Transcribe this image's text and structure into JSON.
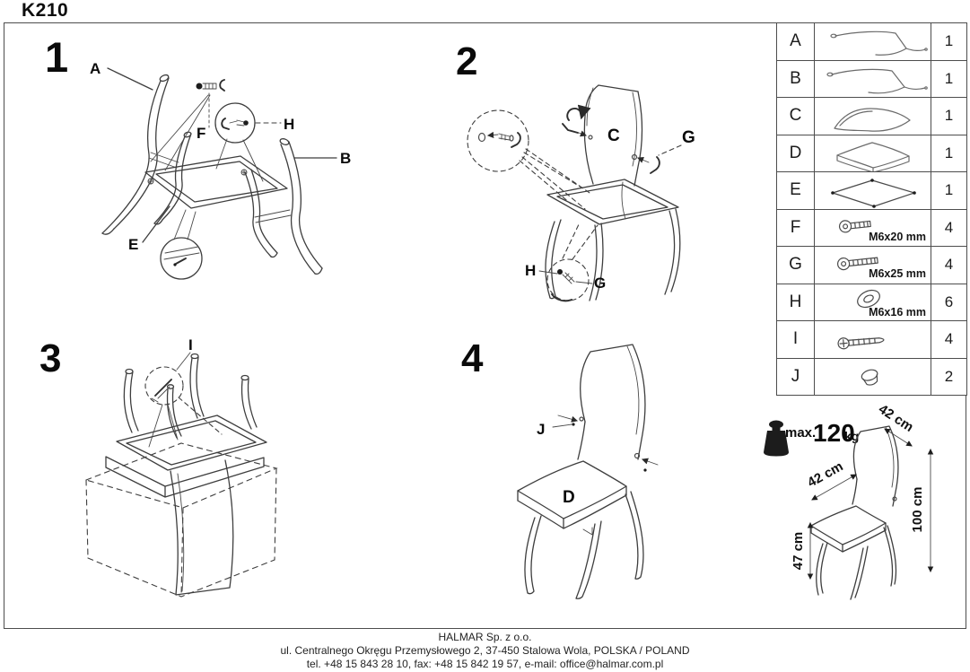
{
  "title": "K210",
  "steps": {
    "step1": {
      "number": "1",
      "label_a": "A",
      "label_b": "B",
      "label_e": "E",
      "label_f": "F",
      "label_h": "H"
    },
    "step2": {
      "number": "2",
      "label_c": "C",
      "label_g_right": "G",
      "label_h_bottom": "H",
      "label_g_bottom": "G"
    },
    "step3": {
      "number": "3",
      "label_i": "I"
    },
    "step4": {
      "number": "4",
      "label_j": "J",
      "label_d": "D"
    }
  },
  "parts_table": {
    "rows": [
      {
        "letter": "A",
        "icon": "side-frame-left",
        "size": "",
        "qty": "1"
      },
      {
        "letter": "B",
        "icon": "side-frame-right",
        "size": "",
        "qty": "1"
      },
      {
        "letter": "C",
        "icon": "backrest-panel",
        "size": "",
        "qty": "1"
      },
      {
        "letter": "D",
        "icon": "seat-cushion",
        "size": "",
        "qty": "1"
      },
      {
        "letter": "E",
        "icon": "seat-frame",
        "size": "",
        "qty": "1"
      },
      {
        "letter": "F",
        "icon": "allen-bolt",
        "size": "M6x20 mm",
        "qty": "4"
      },
      {
        "letter": "G",
        "icon": "allen-bolt-long",
        "size": "M6x25 mm",
        "qty": "4"
      },
      {
        "letter": "H",
        "icon": "washer",
        "size": "M6x16 mm",
        "qty": "6"
      },
      {
        "letter": "I",
        "icon": "wood-screw",
        "size": "",
        "qty": "4"
      },
      {
        "letter": "J",
        "icon": "cover-cap",
        "size": "",
        "qty": "2"
      }
    ]
  },
  "spec": {
    "max_load_label": "max.",
    "max_load_value": "120",
    "max_load_unit": "kg",
    "dim_back_width": "42 cm",
    "dim_seat_depth": "42 cm",
    "dim_total_height": "100 cm",
    "dim_seat_height": "47 cm"
  },
  "footer": {
    "company": "HALMAR Sp. z o.o.",
    "address": "ul. Centralnego Okręgu Przemysłowego 2, 37-450 Stalowa Wola, POLSKA / POLAND",
    "contact": "tel. +48 15 843 28 10, fax: +48 15 842 19 57, e-mail: office@halmar.com.pl"
  }
}
